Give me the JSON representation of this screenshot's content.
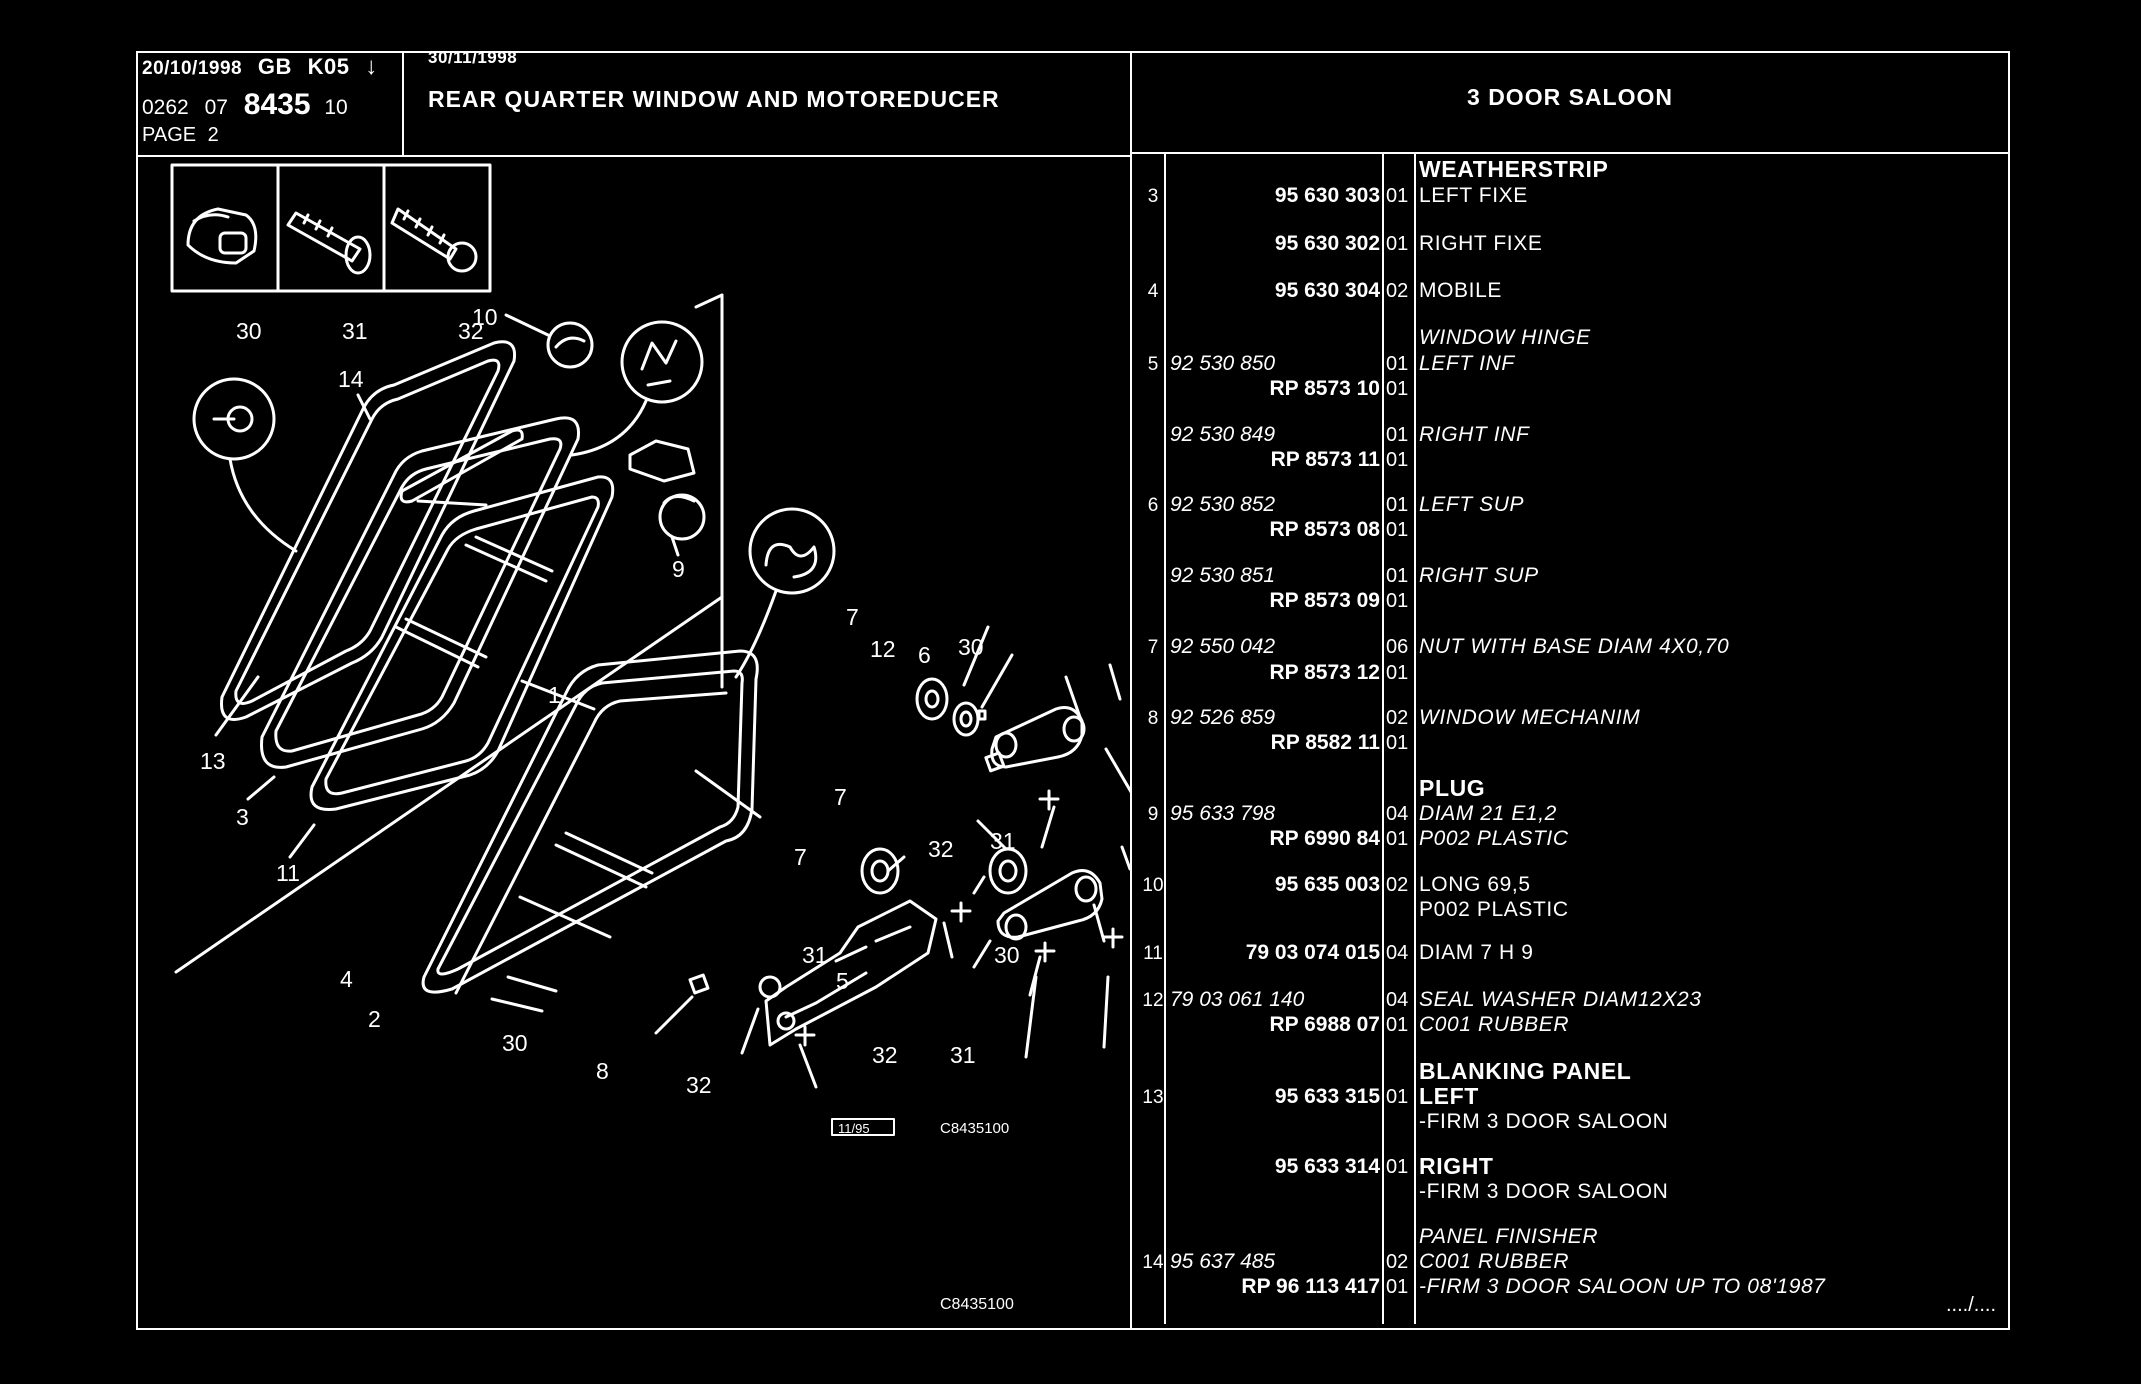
{
  "header": {
    "date1": "20/10/1998",
    "country": "GB",
    "code": "K05",
    "arrow": "↓",
    "catalog_prefix": "0262",
    "catalog_section": "07",
    "catalog_plate": "8435",
    "catalog_suffix": "10",
    "page": "PAGE",
    "page_num": "2",
    "date2": "30/11/1998",
    "title": "REAR QUARTER WINDOW AND MOTOREDUCER",
    "model": "3 DOOR SALOON"
  },
  "insets": [
    {
      "num": "30",
      "icon": "clip-icon"
    },
    {
      "num": "31",
      "icon": "screw-icon"
    },
    {
      "num": "32",
      "icon": "self-tapping-screw-icon"
    }
  ],
  "diagram": {
    "callouts": [
      "10",
      "14",
      "9",
      "1",
      "13",
      "3",
      "11",
      "7",
      "12",
      "6",
      "30",
      "31",
      "32",
      "7",
      "7",
      "5",
      "30",
      "31",
      "4",
      "2",
      "30",
      "8",
      "32",
      "32",
      "31"
    ],
    "stamp_date": "11/95",
    "stamp_ref": "C8435100",
    "footer_ref": "C8435100"
  },
  "parts": [
    {
      "item": "",
      "ref": "",
      "qty": "",
      "desc": "WEATHERSTRIP",
      "style": "bold"
    },
    {
      "item": "3",
      "ref": "95 630 303",
      "qty": "01",
      "desc": "LEFT FIXE",
      "style": "boldword"
    },
    {
      "item": "",
      "ref": "95 630 302",
      "qty": "01",
      "desc": "RIGHT FIXE",
      "style": "boldword"
    },
    {
      "item": "4",
      "ref": "95 630 304",
      "qty": "02",
      "desc": "MOBILE",
      "style": "normal"
    },
    {
      "item": "",
      "ref": "",
      "qty": "",
      "desc": "WINDOW HINGE",
      "style": "italic"
    },
    {
      "item": "5",
      "ref_left": "92 530 850",
      "qty": "01",
      "desc": "LEFT INF",
      "style": "bolditalic"
    },
    {
      "item": "",
      "ref": "RP 8573 10",
      "qty": "01",
      "desc": "",
      "style": "normal"
    },
    {
      "item": "",
      "ref_left": "92 530 849",
      "qty": "01",
      "desc": "RIGHT INF",
      "style": "bolditalic"
    },
    {
      "item": "",
      "ref": "RP 8573 11",
      "qty": "01",
      "desc": "",
      "style": "normal"
    },
    {
      "item": "6",
      "ref_left": "92 530 852",
      "qty": "01",
      "desc": "LEFT SUP",
      "style": "bolditalic"
    },
    {
      "item": "",
      "ref": "RP 8573 08",
      "qty": "01",
      "desc": "",
      "style": "normal"
    },
    {
      "item": "",
      "ref_left": "92 530 851",
      "qty": "01",
      "desc": "RIGHT SUP",
      "style": "bolditalic"
    },
    {
      "item": "",
      "ref": "RP 8573 09",
      "qty": "01",
      "desc": "",
      "style": "normal"
    },
    {
      "item": "7",
      "ref_left": "92 550 042",
      "qty": "06",
      "desc": "NUT WITH BASE DIAM 4X0,70",
      "style": "italic"
    },
    {
      "item": "",
      "ref": "RP 8573 12",
      "qty": "01",
      "desc": "",
      "style": "normal"
    },
    {
      "item": "8",
      "ref_left": "92 526 859",
      "qty": "02",
      "desc": "WINDOW MECHANIM",
      "style": "italic"
    },
    {
      "item": "",
      "ref": "RP 8582 11",
      "qty": "01",
      "desc": "",
      "style": "normal"
    },
    {
      "item": "",
      "ref": "",
      "qty": "",
      "desc": "PLUG",
      "style": "bold"
    },
    {
      "item": "9",
      "ref_left": "95 633 798",
      "qty": "04",
      "desc": "DIAM 21 E1,2",
      "style": "italic"
    },
    {
      "item": "",
      "ref": "RP 6990 84",
      "qty": "01",
      "desc": "P002 PLASTIC",
      "style": "italic"
    },
    {
      "item": "10",
      "ref": "95 635 003",
      "qty": "02",
      "desc": "LONG 69,5",
      "style": "normal"
    },
    {
      "item": "",
      "ref": "",
      "qty": "",
      "desc": "P002 PLASTIC",
      "style": "normal"
    },
    {
      "item": "11",
      "ref": "79 03 074 015",
      "qty": "04",
      "desc": "DIAM 7 H 9",
      "style": "normal"
    },
    {
      "item": "12",
      "ref_left": "79 03 061 140",
      "qty": "04",
      "desc": "SEAL WASHER DIAM12X23",
      "style": "italic"
    },
    {
      "item": "",
      "ref": "RP 6988 07",
      "qty": "01",
      "desc": "C001 RUBBER",
      "style": "italic"
    },
    {
      "item": "",
      "ref": "",
      "qty": "",
      "desc": "BLANKING PANEL",
      "style": "bold"
    },
    {
      "item": "13",
      "ref": "95 633 315",
      "qty": "01",
      "desc": "LEFT",
      "style": "bold"
    },
    {
      "item": "",
      "ref": "",
      "qty": "",
      "desc": "-FIRM 3 DOOR SALOON",
      "style": "normal"
    },
    {
      "item": "",
      "ref": "95 633 314",
      "qty": "01",
      "desc": "RIGHT",
      "style": "bold"
    },
    {
      "item": "",
      "ref": "",
      "qty": "",
      "desc": "-FIRM 3 DOOR SALOON",
      "style": "normal"
    },
    {
      "item": "",
      "ref": "",
      "qty": "",
      "desc": "PANEL FINISHER",
      "style": "italic"
    },
    {
      "item": "14",
      "ref_left": "95 637 485",
      "qty": "02",
      "desc": "C001 RUBBER",
      "style": "italic"
    },
    {
      "item": "",
      "ref": "RP 96 113 417",
      "qty": "01",
      "desc": "-FIRM 3 DOOR SALOON UP TO 08'1987",
      "style": "italic"
    }
  ],
  "continuation": "..../...."
}
